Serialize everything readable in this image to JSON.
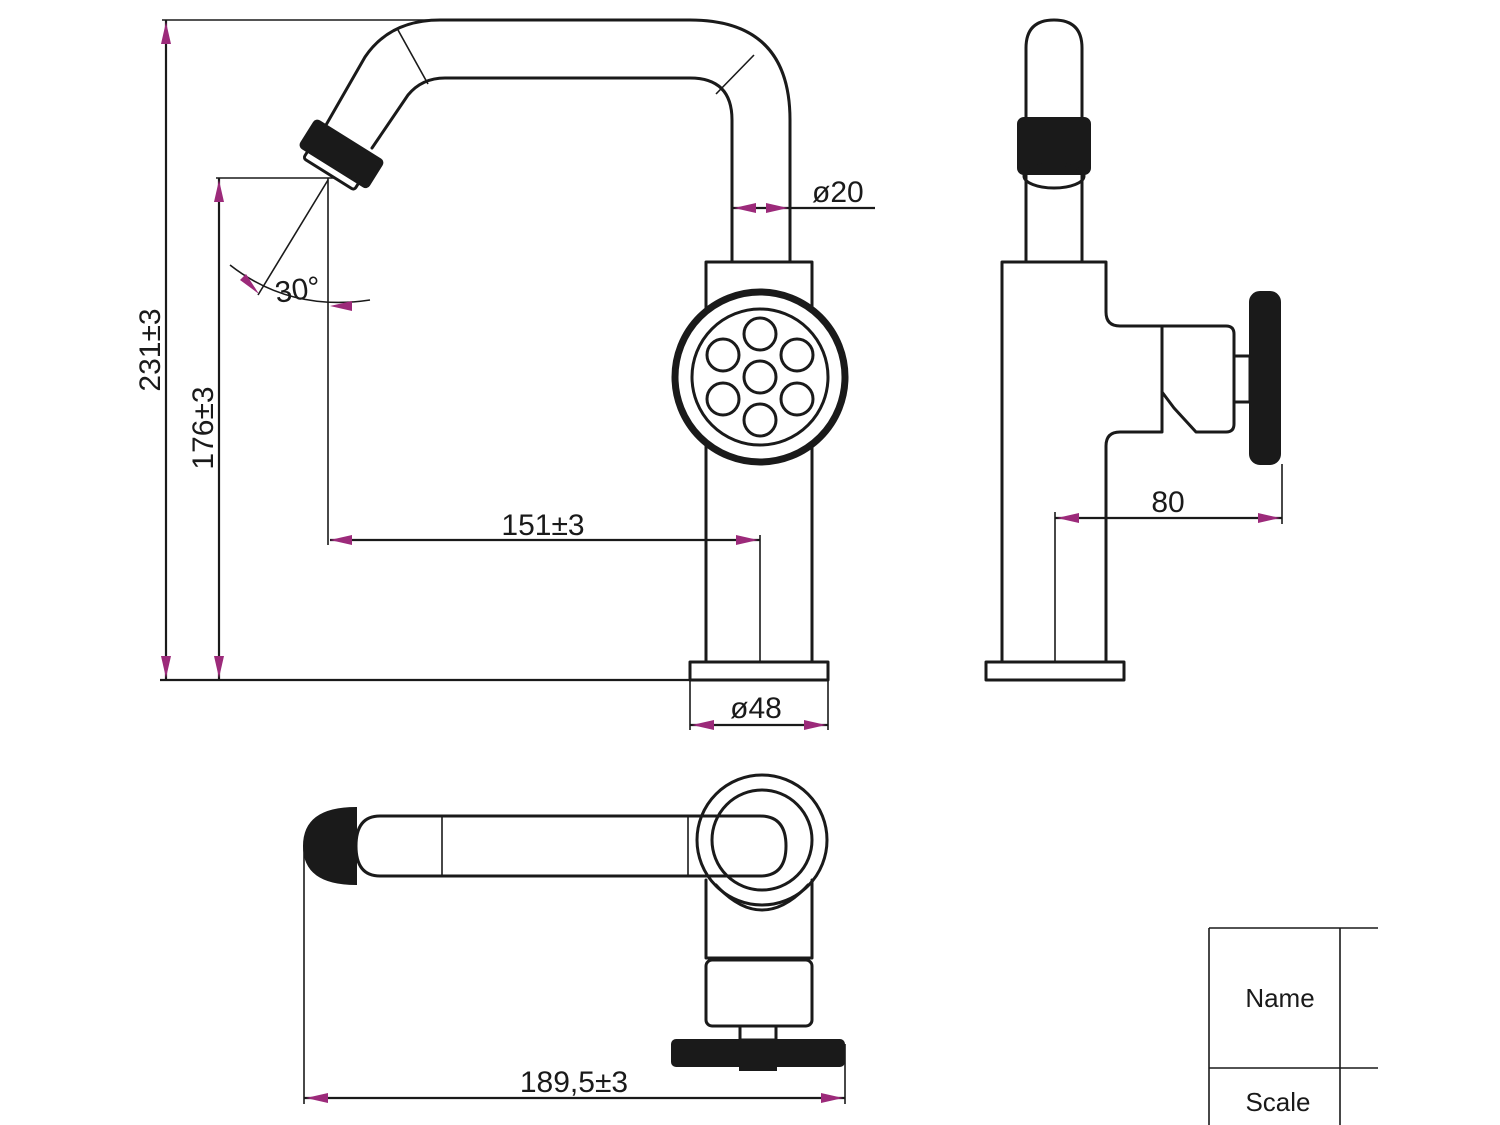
{
  "dimensions": {
    "total_height": "231±3",
    "outlet_height": "176±3",
    "reach": "151±3",
    "spout_diameter": "ø20",
    "base_diameter": "ø48",
    "spout_angle": "30°",
    "handle_projection": "80",
    "top_view_length": "189,5±3"
  },
  "title_block": {
    "name_label": "Name",
    "name_value": "",
    "scale_label": "Scale",
    "scale_value": ""
  },
  "colors": {
    "line": "#1a1a1a",
    "dimension_arrow": "#9c2a7a"
  }
}
